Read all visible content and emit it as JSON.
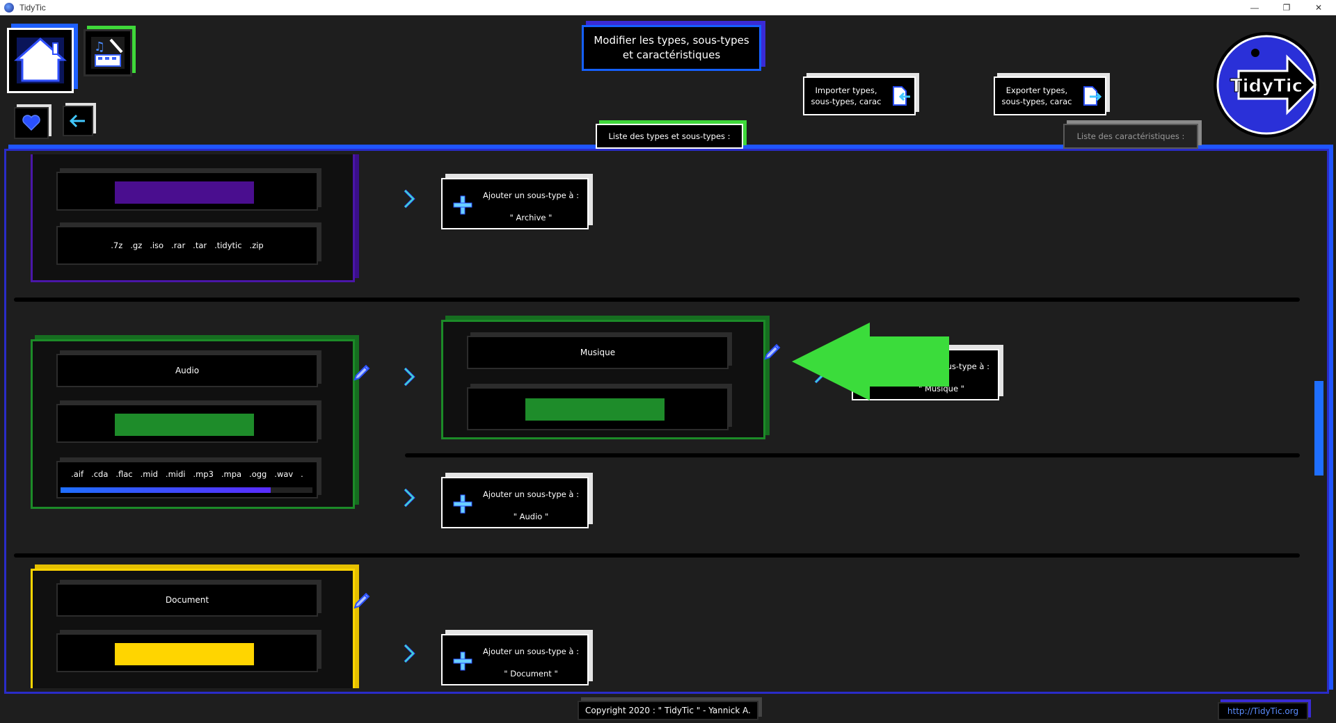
{
  "window": {
    "title": "TidyTic",
    "minimize": "—",
    "restore": "❐",
    "close": "✕"
  },
  "header": {
    "title_line1": "Modifier les types, sous-types",
    "title_line2": "et caractéristiques",
    "import_line1": "Importer types,",
    "import_line2": "sous-types, carac",
    "export_line1": "Exporter types,",
    "export_line2": "sous-types, carac",
    "logo_text": "TidyTic"
  },
  "tabs": {
    "types": "Liste des types et sous-types :",
    "carac": "Liste des caractéristiques :"
  },
  "types": {
    "archive": {
      "extensions": ".7z   .gz   .iso   .rar   .tar   .tidytic   .zip",
      "color": "#4a0e8f",
      "border": "#4a16a8",
      "add_label": "Ajouter un sous-type à :",
      "add_target": "\" Archive \""
    },
    "audio": {
      "name": "Audio",
      "extensions": ".aif   .cda   .flac   .mid   .midi   .mp3   .mpa   .ogg   .wav   .",
      "color": "#1e8c2a",
      "border": "#1c8b28",
      "add_label": "Ajouter un sous-type à :",
      "add_target": "\" Audio \""
    },
    "musique": {
      "name": "Musique",
      "color": "#1e8c2a",
      "add_label": "Ajouter un sous-type à :",
      "add_target": "\" Musique \""
    },
    "document": {
      "name": "Document",
      "color": "#ffd500",
      "border": "#ffd500",
      "add_label": "Ajouter un sous-type à :",
      "add_target": "\" Document \""
    }
  },
  "footer": {
    "copyright": "Copyright 2020 : \" TidyTic \" - Yannick A.",
    "link": "http://TidyTic.org"
  },
  "colors": {
    "accent_blue": "#1f55ff",
    "accent_green": "#34c83a",
    "annotation_arrow": "#3bdc3b"
  }
}
